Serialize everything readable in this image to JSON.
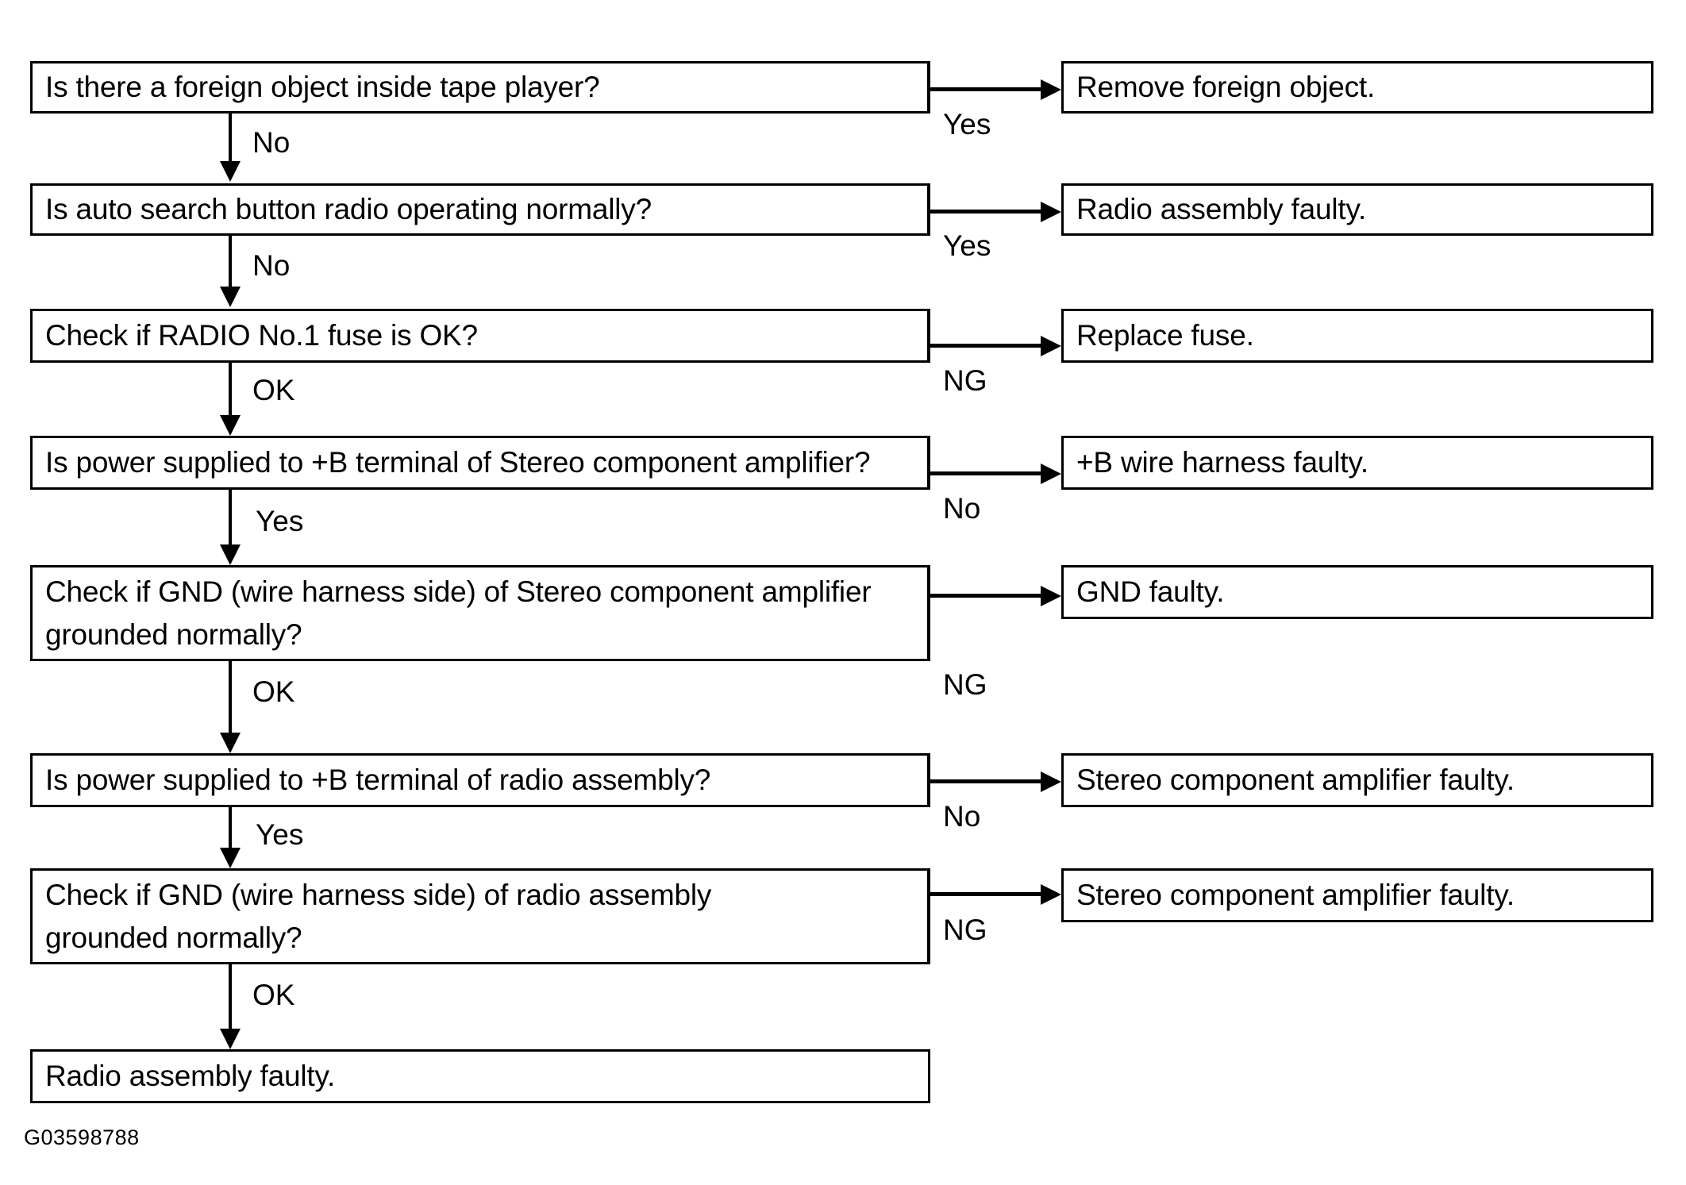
{
  "diagram": {
    "title": "Radio / tape player troubleshooting flowchart",
    "figure_code": "G03598788",
    "colors": {
      "background": "#ffffff",
      "stroke": "#000000",
      "text": "#000000"
    },
    "decision_nodes": [
      {
        "id": "d1",
        "lines": [
          "Is there a foreign object inside tape player?"
        ]
      },
      {
        "id": "d2",
        "lines": [
          "Is auto search button radio operating normally?"
        ]
      },
      {
        "id": "d3",
        "lines": [
          "Check if RADIO No.1 fuse is OK?"
        ]
      },
      {
        "id": "d4",
        "lines": [
          "Is power supplied to +B terminal of Stereo component amplifier?"
        ]
      },
      {
        "id": "d5",
        "lines": [
          "Check if GND (wire harness side) of Stereo component amplifier",
          "grounded normally?"
        ]
      },
      {
        "id": "d6",
        "lines": [
          "Is power supplied to +B terminal of radio assembly?"
        ]
      },
      {
        "id": "d7",
        "lines": [
          "Check if GND (wire harness side) of radio assembly",
          "grounded normally?"
        ]
      },
      {
        "id": "d8",
        "lines": [
          "Radio assembly faulty."
        ]
      }
    ],
    "result_nodes": [
      {
        "id": "r1",
        "lines": [
          "Remove foreign object."
        ]
      },
      {
        "id": "r2",
        "lines": [
          "Radio assembly faulty."
        ]
      },
      {
        "id": "r3",
        "lines": [
          "Replace fuse."
        ]
      },
      {
        "id": "r4",
        "lines": [
          "+B wire harness faulty."
        ]
      },
      {
        "id": "r5",
        "lines": [
          "GND faulty."
        ]
      },
      {
        "id": "r6",
        "lines": [
          "Stereo component amplifier faulty."
        ]
      },
      {
        "id": "r7",
        "lines": [
          "Stereo component amplifier faulty."
        ]
      }
    ],
    "branch_labels": {
      "down": [
        "No",
        "No",
        "OK",
        "Yes",
        "OK",
        "Yes",
        "OK"
      ],
      "right": [
        "Yes",
        "Yes",
        "NG",
        "No",
        "NG",
        "No",
        "NG"
      ]
    }
  }
}
